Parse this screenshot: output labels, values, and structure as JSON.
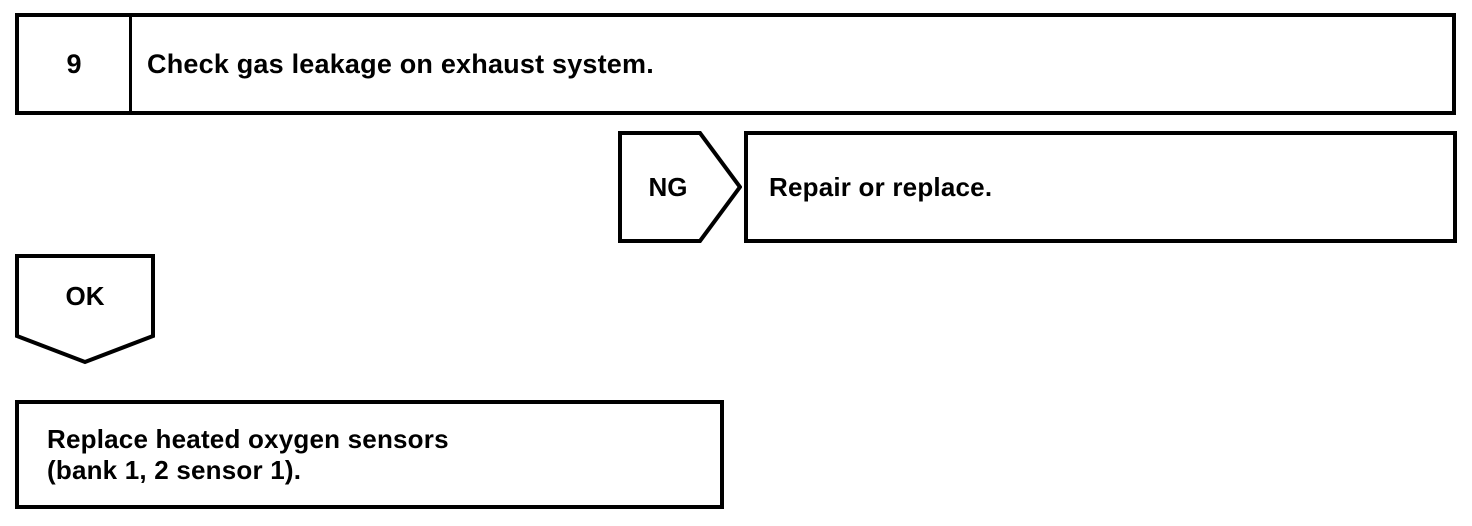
{
  "diagram": {
    "type": "troubleshooting-flowchart",
    "colors": {
      "stroke": "#000000",
      "fill": "#ffffff",
      "text": "#000000"
    },
    "step": {
      "number": "9",
      "instruction": "Check gas leakage on exhaust system."
    },
    "branches": {
      "ng": {
        "tag": "NG",
        "action": "Repair or replace."
      },
      "ok": {
        "tag": "OK"
      }
    },
    "result": {
      "line1": "Replace heated oxygen sensors",
      "line2": "(bank 1, 2 sensor 1)."
    }
  }
}
